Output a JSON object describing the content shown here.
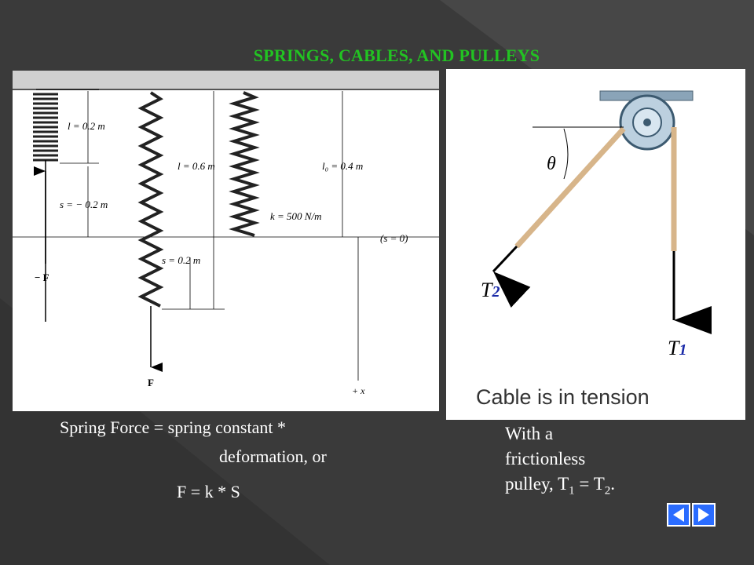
{
  "slide": {
    "title": "SPRINGS, CABLES, AND PULLEYS"
  },
  "springs_figure": {
    "labels": {
      "l1": "l = 0.2 m",
      "s1": "s = − 0.2 m",
      "l2": "l = 0.6 m",
      "l0": "l₀ = 0.4 m",
      "k": "k = 500 N/m",
      "s0": "(s = 0)",
      "s2": "s = 0.2 m",
      "negF": "− F",
      "F": "F",
      "plusx": "+ x"
    }
  },
  "pulley_figure": {
    "theta": "θ",
    "t2": "T",
    "t2_sub": "2",
    "t1": "T",
    "t1_sub": "1",
    "caption": "Cable is in tension"
  },
  "equation": {
    "line1": "Spring Force = spring constant  *",
    "line2": "deformation, or",
    "line3": "F = k *  S"
  },
  "note": {
    "line1": "With a",
    "line2": "frictionless",
    "line3_prefix": "pulley, T",
    "sub1": "1",
    "line3_mid": " = T",
    "sub2": "2",
    "line3_end": "."
  },
  "colors": {
    "background": "#3a3a3a",
    "title": "#22c322",
    "nav_button": "#2a6cff"
  },
  "icons": {
    "prev": "triangle-left-icon",
    "next": "triangle-right-icon"
  }
}
